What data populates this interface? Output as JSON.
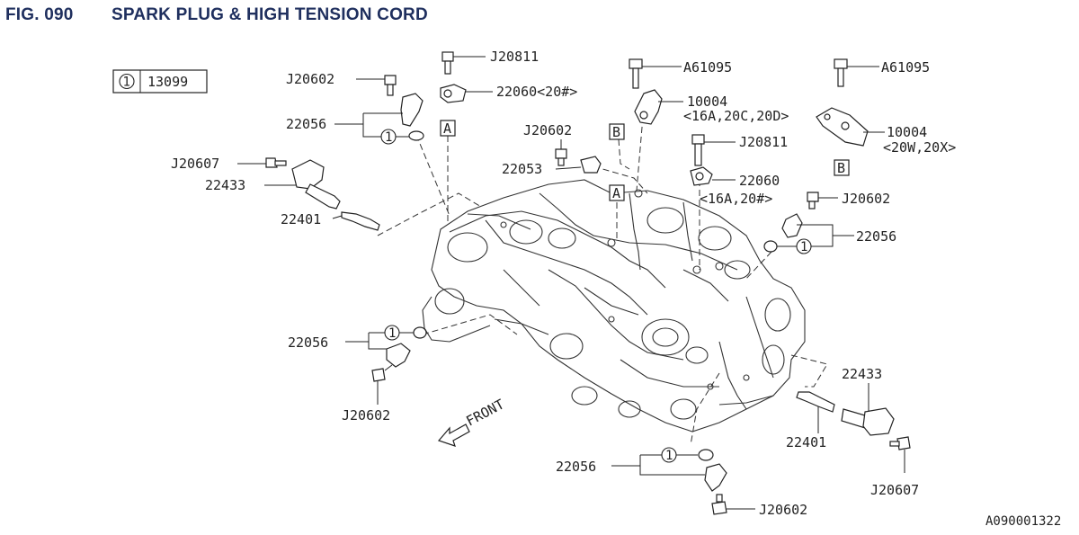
{
  "header": {
    "fig_number": "FIG. 090",
    "title": "SPARK PLUG & HIGH TENSION CORD"
  },
  "colors": {
    "title": "#1f2f5e",
    "lines": "#222222",
    "background": "#ffffff"
  },
  "legend": {
    "symbol": "1",
    "part_no": "13099"
  },
  "callouts": {
    "j20811_top": "J20811",
    "j20602_tl": "J20602",
    "a61095_l": "A61095",
    "a61095_r": "A61095",
    "p22060_top": "22060<20#>",
    "p10004_l": "10004",
    "p10004_l_note": "<16A,20C,20D>",
    "p10004_r": "10004",
    "p10004_r_note": "<20W,20X>",
    "p22056_tl": "22056",
    "j20602_mid": "J20602",
    "j20811_mid": "J20811",
    "j20607_l": "J20607",
    "p22053": "22053",
    "p22060_mid": "22060",
    "p22060_mid_note": "<16A,20#>",
    "j20602_r": "J20602",
    "p22433_l": "22433",
    "p22056_r": "22056",
    "p22401_l": "22401",
    "p22056_l": "22056",
    "j20602_bl": "J20602",
    "p22433_r": "22433",
    "p22401_r": "22401",
    "p22056_b": "22056",
    "j20607_r": "J20607",
    "j20602_b": "J20602"
  },
  "ref_marks": {
    "a_1": "A",
    "a_2": "A",
    "b_1": "B",
    "b_2": "B"
  },
  "circle_marks": {
    "c1": "1",
    "c2": "1",
    "c3": "1",
    "c4": "1"
  },
  "front_label": "FRONT",
  "diagram_id": "A090001322"
}
